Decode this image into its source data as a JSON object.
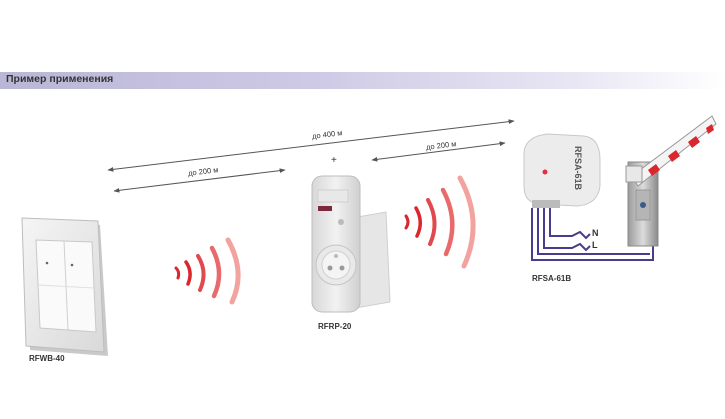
{
  "header": {
    "title": "Пример применения"
  },
  "distances": {
    "total": "до 400 м",
    "left": "до 200 м",
    "right": "до 200 м"
  },
  "devices": {
    "switch_label": "RFWB-40",
    "repeater_label": "RFRP-20",
    "actuator_label": "RFSA-61B",
    "actuator_print": "RFSA-61B",
    "repeater_plus": "+"
  },
  "wires": {
    "neutral": "N",
    "live": "L"
  },
  "colors": {
    "header_start": "#b9b6d6",
    "wire": "#4a3c8c",
    "signal": "#e0303a"
  }
}
